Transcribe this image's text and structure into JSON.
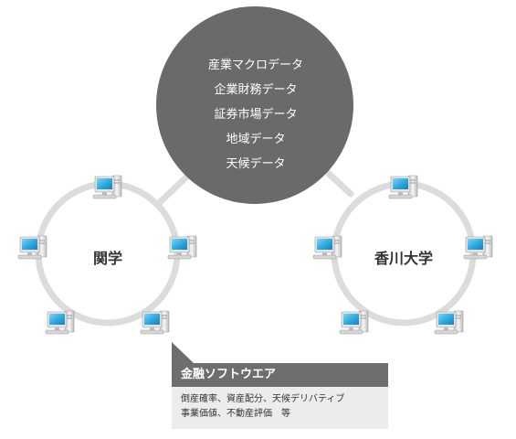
{
  "central": {
    "items": [
      "産業マクロデータ",
      "企業財務データ",
      "証券市場データ",
      "地域データ",
      "天候データ"
    ]
  },
  "networks": [
    {
      "label": "関学"
    },
    {
      "label": "香川大学"
    }
  ],
  "callout": {
    "title": "金融ソフトウエア",
    "lines": [
      "倒産確率、資産配分、天候デリバティブ",
      "事業価値、不動産評価　等"
    ]
  },
  "colors": {
    "central_fill": "#6a6a6a",
    "ring": "#dcdcdc",
    "screen": "#2aa8e0",
    "callout_title_bg": "#6e6e6e",
    "callout_body_bg": "#ececec"
  }
}
